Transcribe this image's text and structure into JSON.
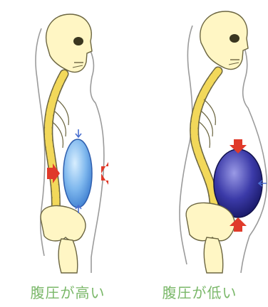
{
  "captions": {
    "left": "腹圧が高い",
    "right": "腹圧が低い"
  },
  "colors": {
    "caption": "#7bb86a",
    "bone_fill": "#fff6c4",
    "bone_stroke": "#6b6540",
    "vertebra": "#f2d85a",
    "high_pressure_fill": "#7fb8ee",
    "low_pressure_fill": "#3b3aa8",
    "arrow_red": "#e03a2a",
    "arrow_blue": "#4a6fd0"
  },
  "icons": [
    "skeleton-left",
    "skeleton-right",
    "red-arrow-icon",
    "blue-arrow-icon"
  ]
}
